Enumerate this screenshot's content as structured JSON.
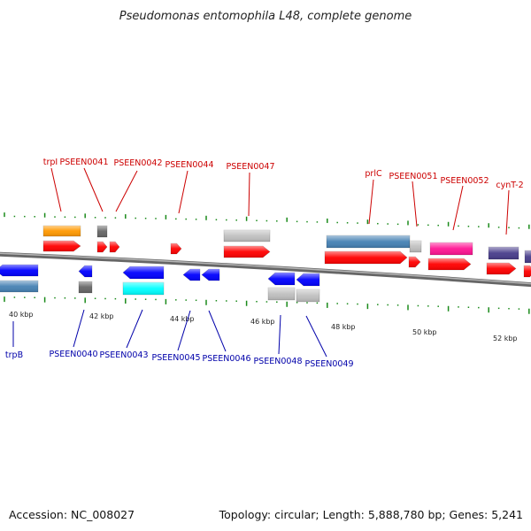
{
  "title": "Pseudomonas entomophila L48, complete genome",
  "footer": {
    "accession": "Accession: NC_008027",
    "summary": "Topology: circular; Length: 5,888,780 bp; Genes: 5,241"
  },
  "colors": {
    "forward_label": "#cc0000",
    "reverse_label": "#0000aa",
    "tick": "#1a8a1a",
    "backbone": "#888888"
  },
  "kbp_ticks": [
    "40 kbp",
    "42 kbp",
    "44 kbp",
    "46 kbp",
    "48 kbp",
    "50 kbp",
    "52 kbp"
  ],
  "forward_labels": [
    "trpI",
    "PSEEN0041",
    "PSEEN0042",
    "PSEEN0044",
    "PSEEN0047",
    "prlC",
    "PSEEN0051",
    "PSEEN0052",
    "cynT-2"
  ],
  "reverse_labels": [
    "trpB",
    "PSEEN0040",
    "PSEEN0043",
    "PSEEN0045",
    "PSEEN0046",
    "PSEEN0048",
    "PSEEN0049"
  ]
}
